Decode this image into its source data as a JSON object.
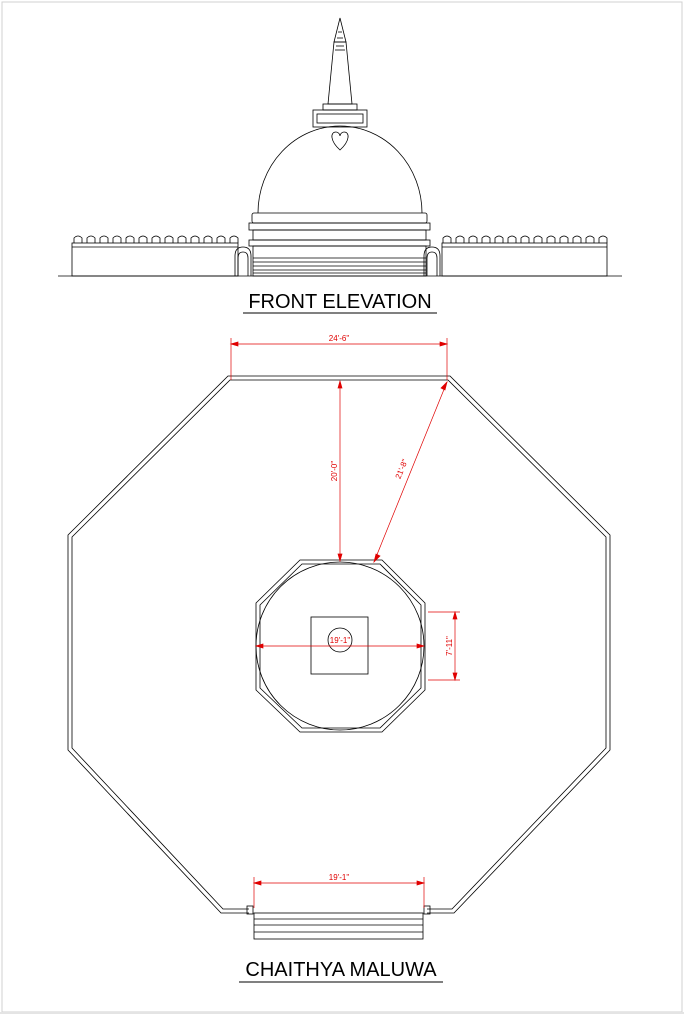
{
  "drawing": {
    "elevation_title": "FRONT ELEVATION",
    "plan_title": "CHAITHYA MALUWA"
  },
  "dimensions": {
    "top_width": "24'-6\"",
    "vertical_depth": "20'-0\"",
    "diagonal_depth": "21'-8\"",
    "dome_diameter": "19'-1\"",
    "side_width": "7'-11\"",
    "entrance_width": "19'-1\""
  },
  "colors": {
    "line": "#000000",
    "dimension": "#e00000",
    "border": "#d0d0d0"
  }
}
